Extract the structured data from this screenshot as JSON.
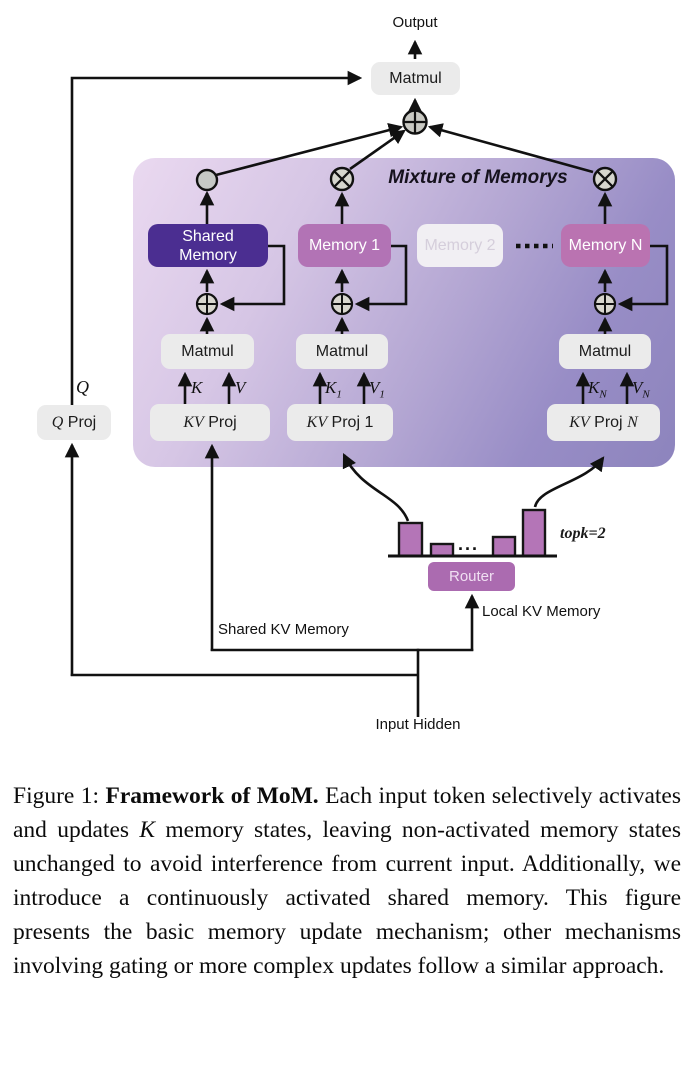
{
  "diagram": {
    "output_label": "Output",
    "top_matmul_label": "Matmul",
    "title": "Mixture of Memorys",
    "q_label": "Q",
    "q_proj": {
      "math": "Q",
      "text": "Proj"
    },
    "columns": {
      "shared": {
        "memory_label": "Shared Memory",
        "matmul_label": "Matmul",
        "k_base": "K",
        "k_sub": "",
        "v_base": "V",
        "v_sub": "",
        "proj_math": "KV",
        "proj_text": "Proj",
        "proj_suffix": ""
      },
      "m1": {
        "memory_label": "Memory 1",
        "matmul_label": "Matmul",
        "k_base": "K",
        "k_sub": "1",
        "v_base": "V",
        "v_sub": "1",
        "proj_math": "KV",
        "proj_text": "Proj",
        "proj_suffix": "1"
      },
      "m2": {
        "memory_label": "Memory 2"
      },
      "mn": {
        "memory_label": "Memory N",
        "matmul_label": "Matmul",
        "k_base": "K",
        "k_sub": "N",
        "v_base": "V",
        "v_sub": "N",
        "proj_math": "KV",
        "proj_text": "Proj",
        "proj_suffix": "N"
      }
    },
    "router_label": "Router",
    "topk_label": "topk=2",
    "bars_dots": "...",
    "local_kv_label": "Local KV Memory",
    "shared_kv_label": "Shared KV Memory",
    "input_label": "Input Hidden"
  },
  "caption": {
    "prefix": "Figure 1: ",
    "bold": "Framework of MoM.",
    "body_1": " Each input token selectively activates and updates ",
    "math_k": "K",
    "body_2": " memory states, leaving non-activated memory states unchanged to avoid interference from current input. Additionally, we introduce a continuously activated shared memory.  This figure presents the basic memory update mechanism; other mechanisms involving gating or more complex updates follow a similar approach."
  },
  "colors": {
    "container_light": "#ead9f0",
    "container_dark": "#8d84bd",
    "shared_memory": "#4b2e91",
    "memory_active": "#b273b5",
    "memory_inactive": "#f1eff3",
    "router": "#ab6bb0",
    "bar_fill": "#b475b7",
    "line": "#111111",
    "light_box": "#ebebeb"
  }
}
